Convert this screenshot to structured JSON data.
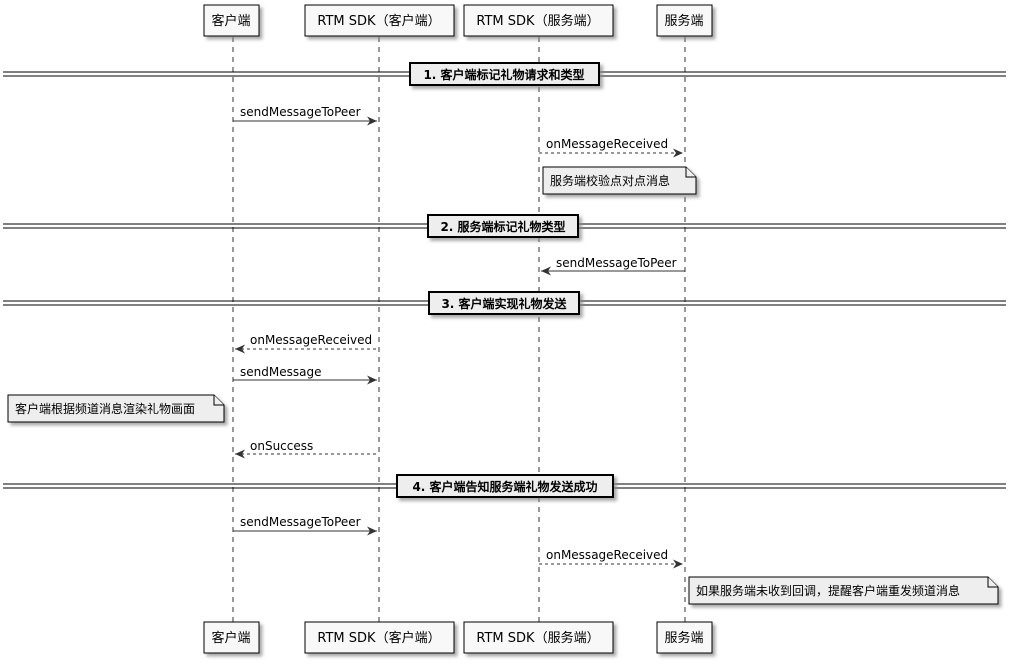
{
  "participants": [
    {
      "id": "client",
      "label": "客户端"
    },
    {
      "id": "sdk_client",
      "label": "RTM SDK（客户端）"
    },
    {
      "id": "sdk_server",
      "label": "RTM SDK（服务端）"
    },
    {
      "id": "server",
      "label": "服务端"
    }
  ],
  "sections": [
    {
      "label": "1. 客户端标记礼物请求和类型"
    },
    {
      "label": "2. 服务端标记礼物类型"
    },
    {
      "label": "3. 客户端实现礼物发送"
    },
    {
      "label": "4. 客户端告知服务端礼物发送成功"
    }
  ],
  "messages": [
    {
      "from": "client",
      "to": "sdk_client",
      "label": "sendMessageToPeer",
      "style": "solid"
    },
    {
      "from": "sdk_server",
      "to": "server",
      "label": "onMessageReceived",
      "style": "dashed"
    },
    {
      "from": "server",
      "to": "sdk_server",
      "label": "sendMessageToPeer",
      "style": "solid"
    },
    {
      "from": "sdk_client",
      "to": "client",
      "label": "onMessageReceived",
      "style": "dashed"
    },
    {
      "from": "client",
      "to": "sdk_client",
      "label": "sendMessage",
      "style": "solid"
    },
    {
      "from": "sdk_client",
      "to": "client",
      "label": "onSuccess",
      "style": "dashed"
    },
    {
      "from": "client",
      "to": "sdk_client",
      "label": "sendMessageToPeer",
      "style": "solid"
    },
    {
      "from": "sdk_server",
      "to": "server",
      "label": "onMessageReceived",
      "style": "dashed"
    }
  ],
  "notes": [
    {
      "label": "服务端校验点对点消息"
    },
    {
      "label": "客户端根据频道消息渲染礼物画面"
    },
    {
      "label": "如果服务端未收到回调，提醒客户端重发频道消息"
    }
  ],
  "colors": {
    "box_fill": "#F8F8F8",
    "note_fill": "#EEEEEE",
    "border": "#000000",
    "arrow": "#333333",
    "lifeline": "#333333",
    "shadow": "#777777"
  }
}
